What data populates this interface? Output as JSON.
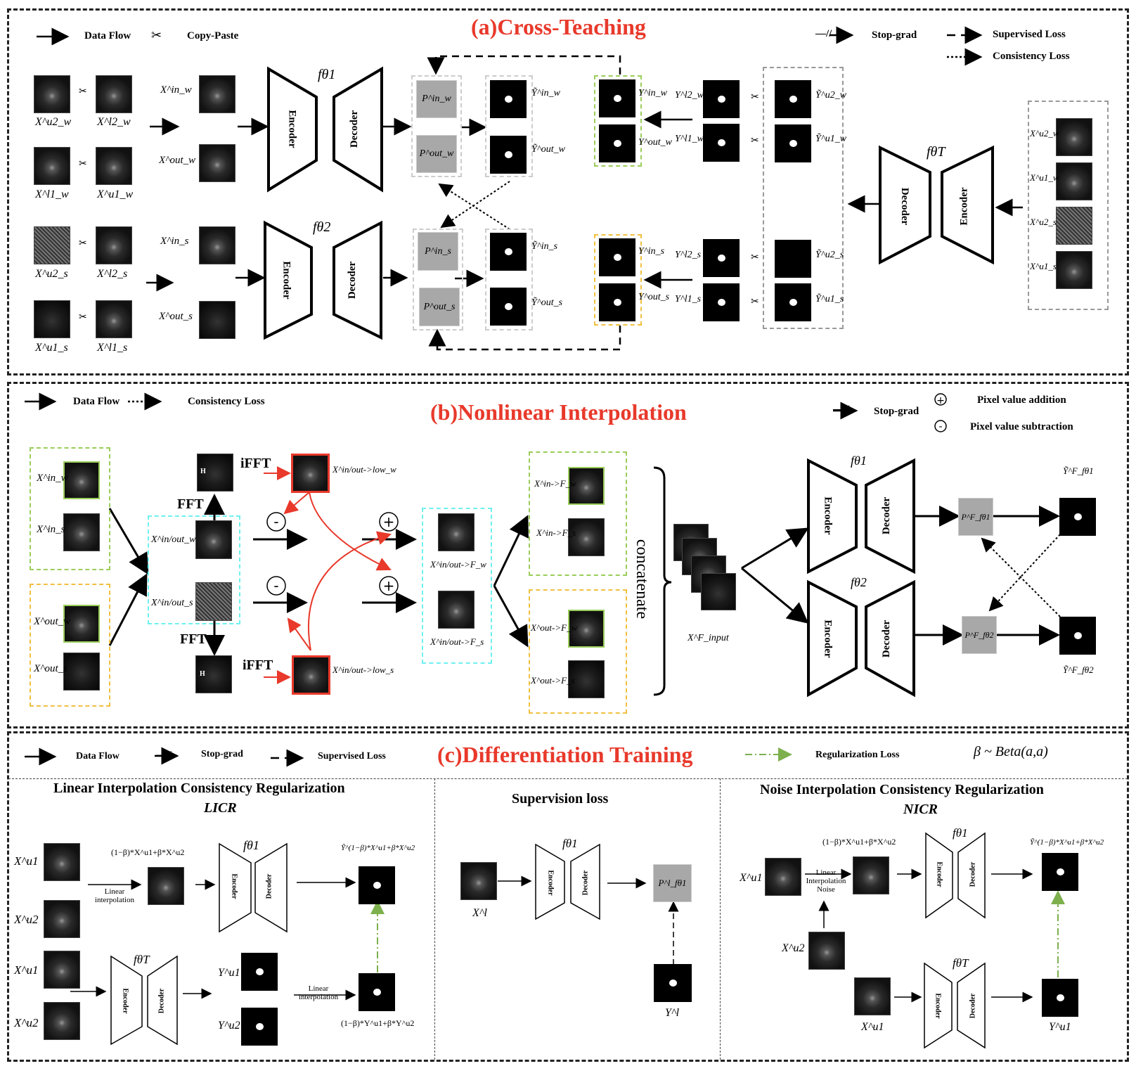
{
  "panel_a": {
    "title": "(a)Cross-Teaching",
    "legend": {
      "data_flow": "Data Flow",
      "copy_paste": "Copy-Paste",
      "stop_grad": "Stop-grad",
      "supervised_loss": "Supervised Loss",
      "consistency_loss": "Consistency Loss"
    },
    "inputs_w": [
      "X^u2_w",
      "X^l2_w",
      "X^l1_w",
      "X^u1_w"
    ],
    "inputs_s": [
      "X^u2_s",
      "X^l2_s",
      "X^u1_s",
      "X^l1_s"
    ],
    "mixed_w": [
      "X^in_w",
      "X^out_w"
    ],
    "mixed_s": [
      "X^in_s",
      "X^out_s"
    ],
    "model1": "fθ1",
    "model2": "fθ2",
    "teacher": "fθT",
    "encoder": "Encoder",
    "decoder": "Decoder",
    "preds_w": [
      "P^in_w",
      "P^out_w"
    ],
    "preds_s": [
      "P^in_s",
      "P^out_s"
    ],
    "pseudo_w": [
      "Ỹ^in_w",
      "Ỹ^out_w"
    ],
    "pseudo_s": [
      "Ỹ^in_s",
      "Ỹ^out_s"
    ],
    "targets_w": [
      "Y^in_w",
      "Y^out_w"
    ],
    "targets_s": [
      "Y^in_s",
      "Y^out_s"
    ],
    "labels_w": [
      "Y^l2_w",
      "Y^l1_w"
    ],
    "labels_s": [
      "Y^l2_s",
      "Y^l1_s"
    ],
    "teacher_out_w": [
      "Ỹ^u2_w",
      "Ỹ^u1_w"
    ],
    "teacher_out_s": [
      "Ỹ^u2_s",
      "Ỹ^u1_s"
    ],
    "teacher_in": [
      "X^u2_w",
      "X^u1_w",
      "X^u2_s",
      "X^u1_s"
    ]
  },
  "panel_b": {
    "title": "(b)Nonlinear Interpolation",
    "legend": {
      "data_flow": "Data Flow",
      "consistency_loss": "Consistency Loss",
      "stop_grad": "Stop-grad",
      "add": "Pixel value addition",
      "sub": "Pixel value subtraction"
    },
    "fft": "FFT",
    "ifft": "iFFT",
    "h_mark": "H",
    "concatenate": "concatenate",
    "labels": {
      "x_in_w": "X^in_w",
      "x_in_s": "X^in_s",
      "x_out_w": "X^out_w",
      "x_out_s": "X^out_s",
      "x_inout_w": "X^in/out_w",
      "x_inout_s": "X^in/out_s",
      "x_low_w": "X^in/out->low_w",
      "x_low_s": "X^in/out->low_s",
      "x_f_w": "X^in/out->F_w",
      "x_f_s": "X^in/out->F_s",
      "x_inf_w": "X^in->F_w",
      "x_inf_s": "X^in->F_s",
      "x_outf_w": "X^out->F_w",
      "x_outf_s": "X^out->F_s",
      "x_input": "X^F_input",
      "pf1": "P^F_fθ1",
      "pf2": "P^F_fθ2",
      "yf1": "Ỹ^F_fθ1",
      "yf2": "Ỹ^F_fθ2"
    },
    "model1": "fθ1",
    "model2": "fθ2"
  },
  "panel_c": {
    "title": "(c)Differentiation Training",
    "legend": {
      "data_flow": "Data Flow",
      "stop_grad": "Stop-grad",
      "supervised_loss": "Supervised Loss",
      "regularization_loss": "Regularization  Loss",
      "beta": "β ~ Beta(a,a)"
    },
    "licr": {
      "title": "Linear Interpolation Consistency Regularization",
      "abbr": "LICR",
      "mix_formula": "(1−β)*X^u1+β*X^u2",
      "out_label": "Ỹ^(1−β)*X^u1+β*X^u2",
      "linear_interp": "Linear interpolation",
      "y_formula": "(1−β)*Y^u1+β*Y^u2",
      "inputs": [
        "X^u1",
        "X^u2",
        "X^u1",
        "X^u2"
      ],
      "teacher_outs": [
        "Y^u1",
        "Y^u2"
      ]
    },
    "sup": {
      "title": "Supervision loss",
      "x": "X^l",
      "p": "P^l_fθ1",
      "y": "Y^l"
    },
    "nicr": {
      "title": "Noise Interpolation Consistency Regularization",
      "abbr": "NICR",
      "mix_formula": "(1−β)*X^u1+β*X^u2",
      "out_label": "Ỹ^(1−β)*X^u1+β*X^u2",
      "noise_label": "Linear Interpolation Noise",
      "inputs": [
        "X^u1",
        "X^u2",
        "X^u1"
      ],
      "y": "Y^u1"
    }
  }
}
